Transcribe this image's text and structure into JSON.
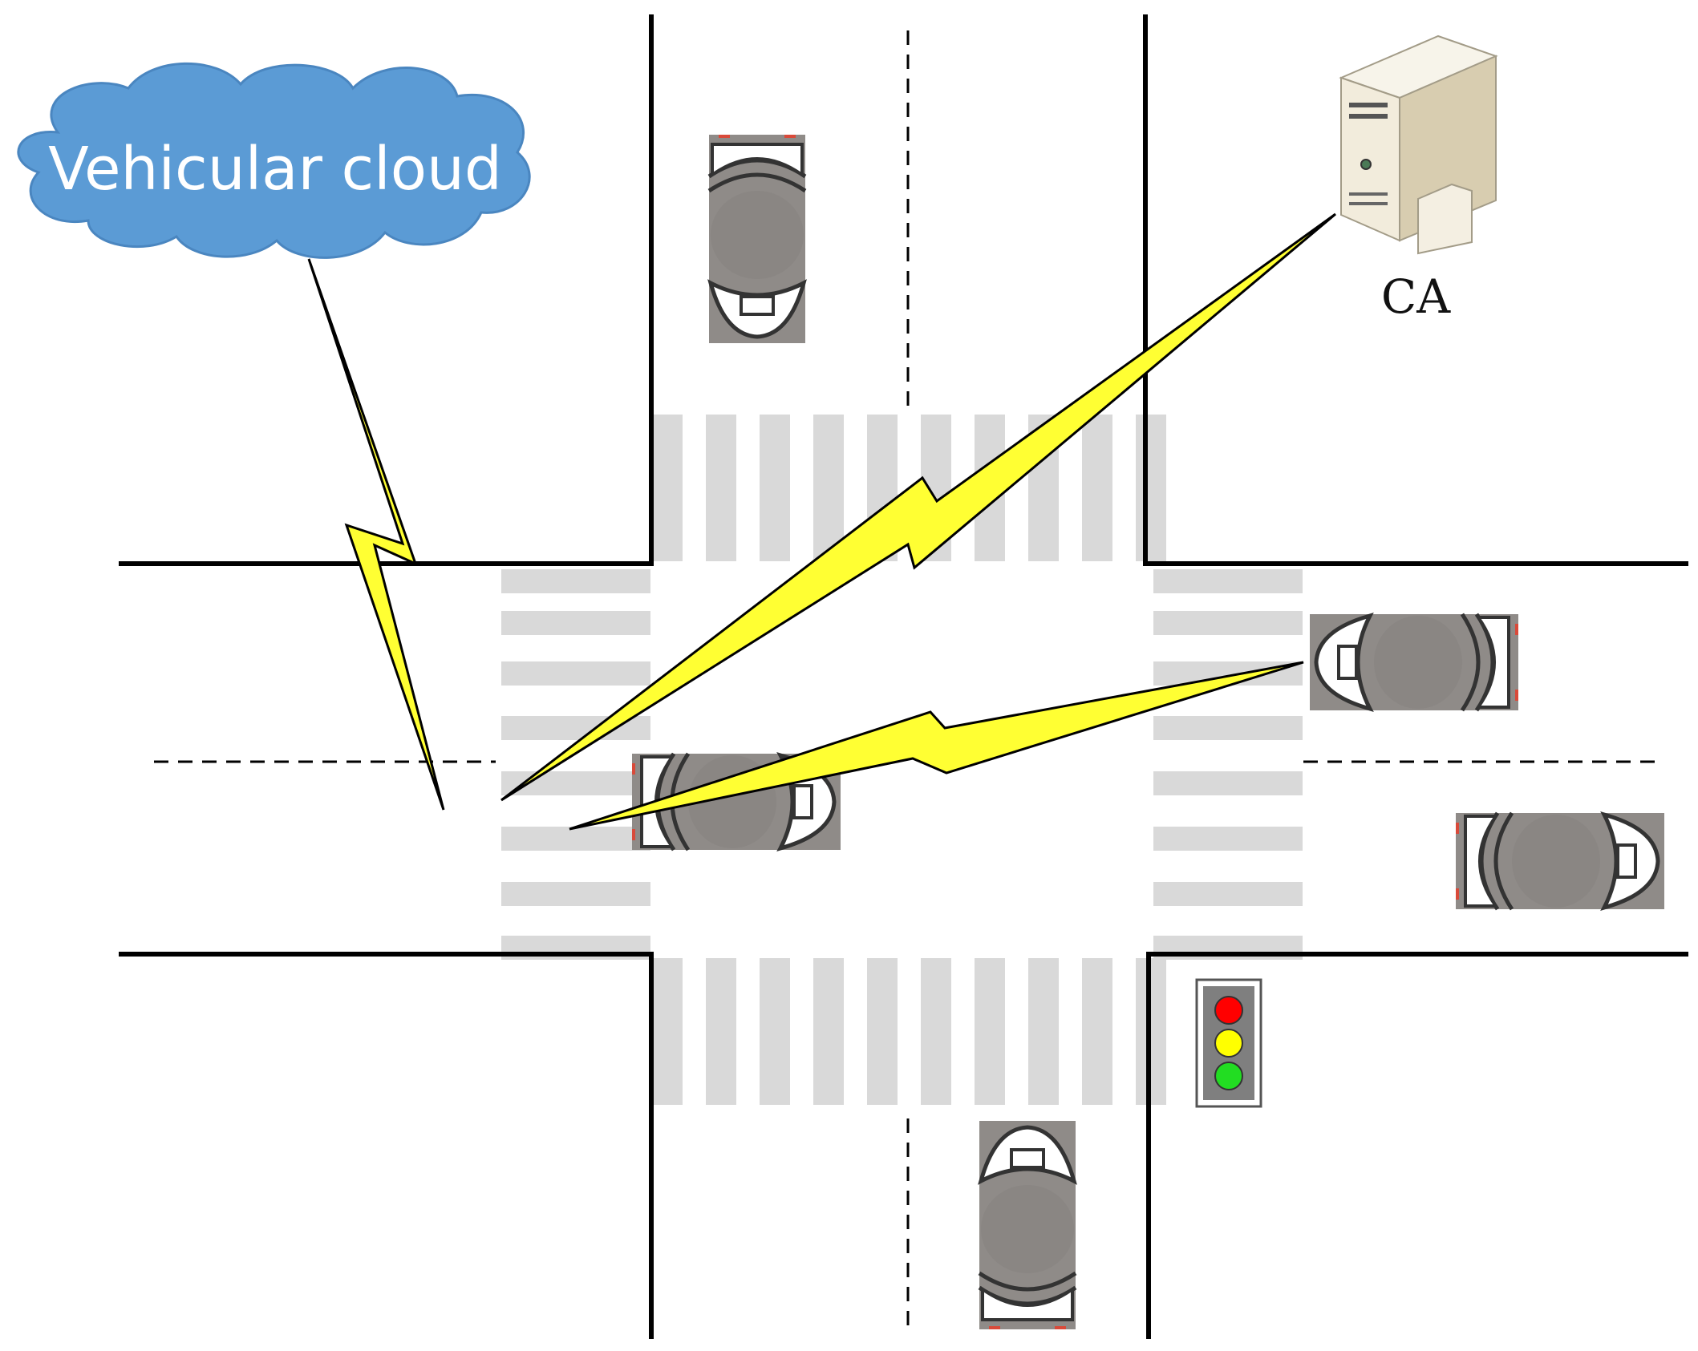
{
  "labels": {
    "cloud": "Vehicular cloud",
    "ca": "CA"
  },
  "nodes": [
    {
      "id": "vehicular-cloud",
      "kind": "cloud"
    },
    {
      "id": "ca-server",
      "kind": "server"
    },
    {
      "id": "vehicle-west-lower",
      "kind": "vehicle",
      "heading": "east"
    },
    {
      "id": "vehicle-north",
      "kind": "vehicle",
      "heading": "south"
    },
    {
      "id": "vehicle-east-upper",
      "kind": "vehicle",
      "heading": "west"
    },
    {
      "id": "vehicle-east-lower",
      "kind": "vehicle",
      "heading": "east"
    },
    {
      "id": "vehicle-south",
      "kind": "vehicle",
      "heading": "north"
    },
    {
      "id": "traffic-light",
      "kind": "signal",
      "lamps": [
        "red",
        "yellow",
        "green"
      ]
    }
  ],
  "links": [
    {
      "from": "vehicular-cloud",
      "to": "vehicle-west-lower",
      "type": "wireless"
    },
    {
      "from": "ca-server",
      "to": "vehicle-west-lower",
      "type": "wireless"
    },
    {
      "from": "vehicle-east-upper",
      "to": "vehicle-west-lower",
      "type": "wireless"
    }
  ],
  "colors": {
    "cloud": "#5b9bd5",
    "cloud_stroke": "#4a86c0",
    "crosswalk": "#d9d9d9",
    "road_edge": "#000000",
    "lightning": "#ffff33",
    "vehicle_body": "#8f8b88",
    "server_body": "#efe9d8",
    "light_red": "#ff0000",
    "light_yellow": "#ffff00",
    "light_green": "#22dd22"
  }
}
